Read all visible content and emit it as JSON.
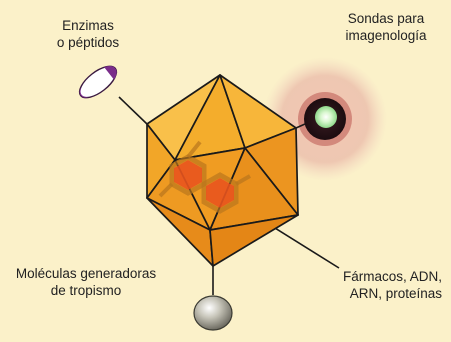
{
  "background_color": "#fbf1c9",
  "labels": {
    "enzimas": [
      "Enzimas",
      "o péptidos"
    ],
    "sondas": [
      "Sondas para",
      "imagenología"
    ],
    "moleculas": [
      "Moléculas generadoras",
      "de tropismo"
    ],
    "farmacos": [
      "Fármacos, ADN,",
      "ARN, proteínas"
    ]
  },
  "colors": {
    "capsid_face_light": "#f7b733",
    "capsid_face_mid": "#f0a020",
    "capsid_face_dark": "#e08a1a",
    "capsid_edge": "#1a1a1a",
    "enzyme_attachment": "#7a2d8a",
    "imaging_halo": "#e9b3a0",
    "imaging_core": "#2a1418",
    "imaging_glow": "#b8ecb0",
    "targeting_sphere": "#9a9a8c",
    "drug_molecule": "#e8541e"
  }
}
